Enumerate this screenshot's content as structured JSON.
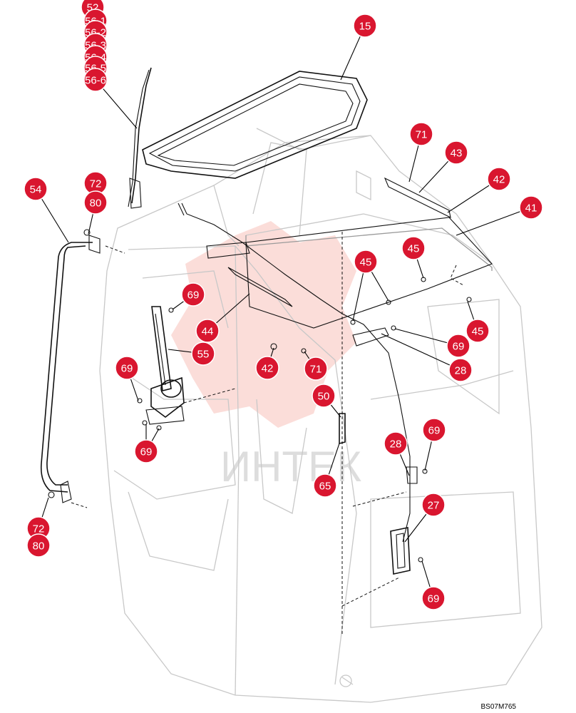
{
  "drawing_id": "BS07M765",
  "watermark_text": "ИНТЕК",
  "accent_color": "#d9162f",
  "callouts": [
    {
      "id": "c-52",
      "label": "52"
    },
    {
      "id": "c-56-1",
      "label": "56-1"
    },
    {
      "id": "c-56-2",
      "label": "56-2"
    },
    {
      "id": "c-56-3",
      "label": "56-3"
    },
    {
      "id": "c-56-4",
      "label": "56-4"
    },
    {
      "id": "c-56-5",
      "label": "56-5"
    },
    {
      "id": "c-56-6",
      "label": "56-6"
    },
    {
      "id": "c-15",
      "label": "15"
    },
    {
      "id": "c-54",
      "label": "54"
    },
    {
      "id": "c-72a",
      "label": "72"
    },
    {
      "id": "c-80a",
      "label": "80"
    },
    {
      "id": "c-71a",
      "label": "71"
    },
    {
      "id": "c-43",
      "label": "43"
    },
    {
      "id": "c-42a",
      "label": "42"
    },
    {
      "id": "c-41",
      "label": "41"
    },
    {
      "id": "c-45a",
      "label": "45"
    },
    {
      "id": "c-45b",
      "label": "45"
    },
    {
      "id": "c-69a",
      "label": "69"
    },
    {
      "id": "c-44",
      "label": "44"
    },
    {
      "id": "c-45c",
      "label": "45"
    },
    {
      "id": "c-69b",
      "label": "69"
    },
    {
      "id": "c-55",
      "label": "55"
    },
    {
      "id": "c-42b",
      "label": "42"
    },
    {
      "id": "c-71b",
      "label": "71"
    },
    {
      "id": "c-28a",
      "label": "28"
    },
    {
      "id": "c-69c",
      "label": "69"
    },
    {
      "id": "c-50",
      "label": "50"
    },
    {
      "id": "c-69d",
      "label": "69"
    },
    {
      "id": "c-69e",
      "label": "69"
    },
    {
      "id": "c-28b",
      "label": "28"
    },
    {
      "id": "c-65",
      "label": "65"
    },
    {
      "id": "c-27",
      "label": "27"
    },
    {
      "id": "c-72b",
      "label": "72"
    },
    {
      "id": "c-80b",
      "label": "80"
    },
    {
      "id": "c-69f",
      "label": "69"
    }
  ]
}
